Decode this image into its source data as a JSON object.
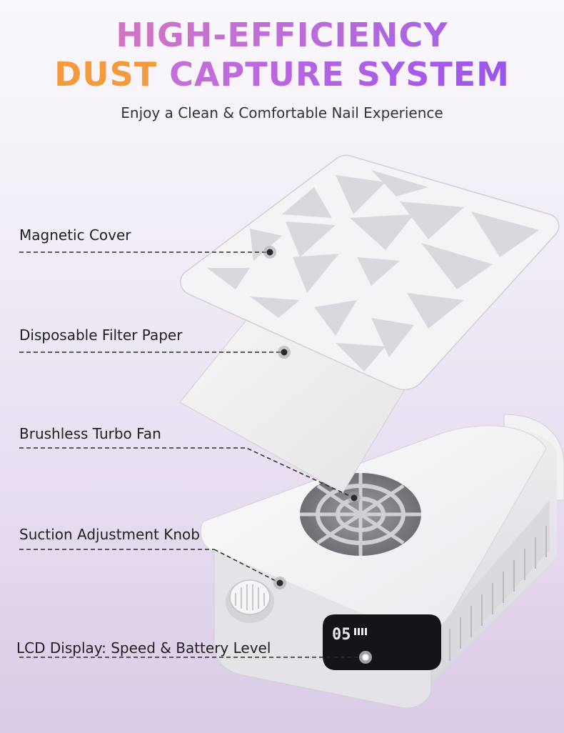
{
  "header": {
    "title_line1": "HIGH-EFFICIENCY",
    "title_line2_part1": "DUST",
    "title_line2_part2": "CAPTURE SYSTEM",
    "subtitle": "Enjoy a Clean & Comfortable Nail Experience"
  },
  "callouts": [
    {
      "label": "Magnetic Cover"
    },
    {
      "label": "Disposable Filter Paper"
    },
    {
      "label": "Brushless Turbo Fan"
    },
    {
      "label": "Suction Adjustment Knob"
    },
    {
      "label": "LCD Display: Speed & Battery Level"
    }
  ],
  "device": {
    "lcd_value": "05"
  },
  "colors": {
    "accent_orange": "#f39a3c",
    "accent_purple": "#9b5bea",
    "accent_pink": "#e07ab0"
  }
}
